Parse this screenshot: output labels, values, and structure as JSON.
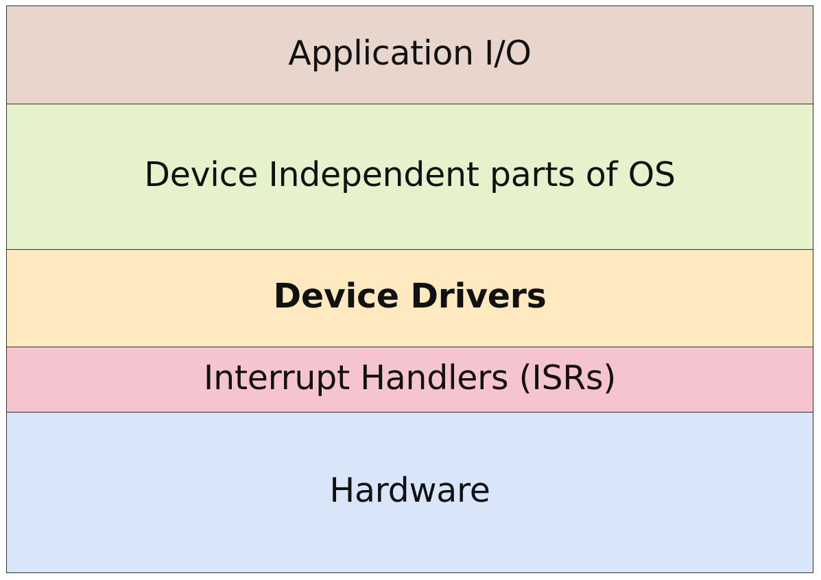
{
  "diagram": {
    "layers": [
      {
        "label": "Application I/O",
        "color": "#e8d5cc"
      },
      {
        "label": "Device Independent parts of OS",
        "color": "#e6f2cc"
      },
      {
        "label": "Device Drivers",
        "color": "#ffe9c0"
      },
      {
        "label": "Interrupt Handlers (ISRs)",
        "color": "#f5c4cf"
      },
      {
        "label": "Hardware",
        "color": "#d9e6fa"
      }
    ]
  }
}
